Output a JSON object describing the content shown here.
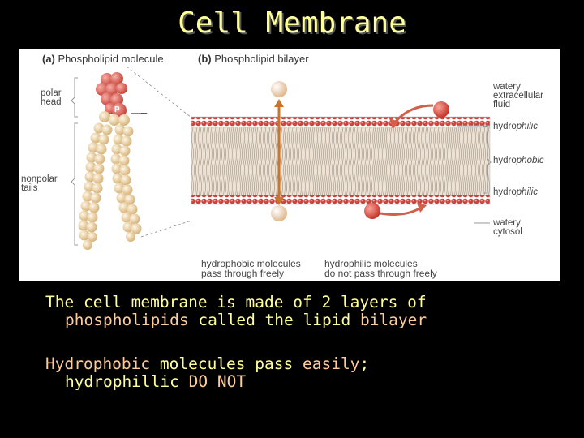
{
  "title": "Cell Membrane",
  "figure": {
    "panel_a_letter": "(a)",
    "panel_a_title": "Phospholipid molecule",
    "panel_b_letter": "(b)",
    "panel_b_title": "Phospholipid bilayer",
    "polar_head_line1": "polar",
    "polar_head_line2": "head",
    "nonpolar_line1": "nonpolar",
    "nonpolar_line2": "tails",
    "p_label": "P",
    "minus_label": "–",
    "right_labels": {
      "watery1": "watery",
      "extracellular": "extracellular",
      "fluid": "fluid",
      "hydrophilic_top_prefix": "hydro",
      "hydrophilic_top_suffix": "philic",
      "hydrophobic_prefix": "hydro",
      "hydrophobic_suffix": "phobic",
      "hydrophilic_bot_prefix": "hydro",
      "hydrophilic_bot_suffix": "philic",
      "watery2": "watery",
      "cytosol": "cytosol"
    },
    "caption_left_line1": "hydrophobic molecules",
    "caption_left_line2": "pass through freely",
    "caption_right_line1": "hydrophilic molecules",
    "caption_right_line2": "do not pass through freely"
  },
  "paragraph1": {
    "part1": "The cell membrane is made of  2 layers of",
    "part2a": "phospholipids",
    "part2b": " called the lipid ",
    "part2c": "bilayer"
  },
  "paragraph2": {
    "part1a": "Hydrophobic",
    "part1b": " molecules pass ",
    "part1c": "easily",
    "part1d": ";",
    "part2a": "hydrophillic ",
    "part2b": "DO NOT"
  },
  "colors": {
    "background": "#000000",
    "title": "#ffff99",
    "text": "#ffff99",
    "highlight": "#ffcc99",
    "head_red": "#d9534f",
    "tail_tan": "#e8cfa0"
  }
}
